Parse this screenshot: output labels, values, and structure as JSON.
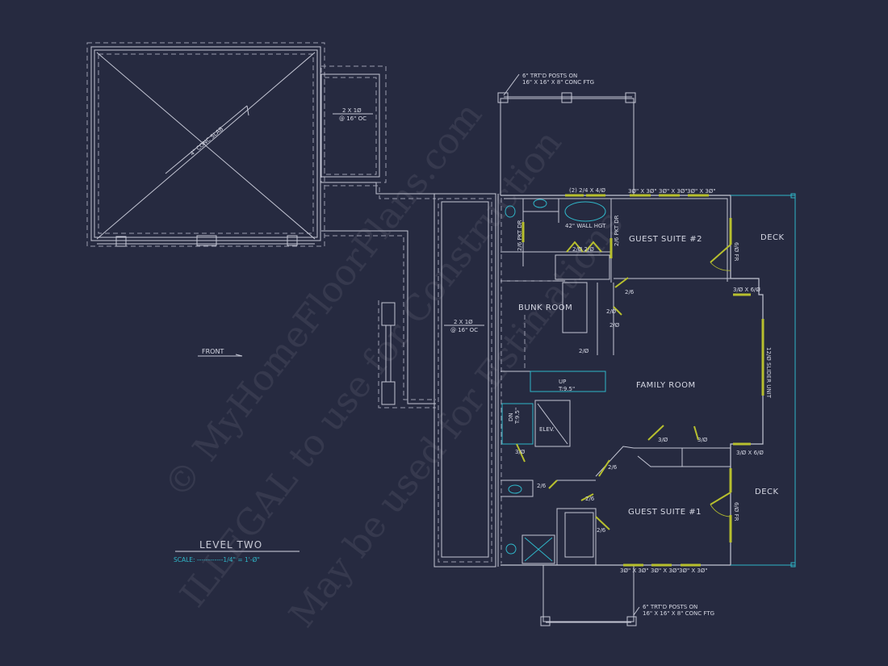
{
  "plan": {
    "title": "LEVEL TWO",
    "scale": "SCALE: ------------1/4\" = 1'-Ø\"",
    "front_label": "FRONT",
    "slab_label": "4\" CONC SLAB",
    "joist_label_1": "2 X 1Ø",
    "joist_spacing_1": "@ 16\" OC",
    "joist_label_2": "2 X 1Ø",
    "joist_spacing_2": "@ 16\" OC",
    "posts_note_top_1": "6\" TRT'D POSTS ON",
    "posts_note_top_2": "16\" X 16\" X 8\" CONC FTG",
    "posts_note_bottom_1": "6\" TRT'D POSTS ON",
    "posts_note_bottom_2": "16\" X 16\" X 8\" CONC FTG",
    "rooms": {
      "guest_suite_2": "GUEST SUITE #2",
      "guest_suite_1": "GUEST SUITE #1",
      "bunk_room": "BUNK ROOM",
      "family_room": "FAMILY ROOM",
      "deck_top": "DECK",
      "deck_bottom": "DECK",
      "elevator": "ELEV."
    },
    "labels": {
      "top_window_bath": "(2) 2/4 X 4/Ø",
      "top_win_1": "3Ø\" X 3Ø\"",
      "top_win_2": "3Ø\" X 3Ø\"",
      "top_win_3": "3Ø\" X 3Ø\"",
      "bottom_win_1": "3Ø\" X 3Ø\"",
      "bottom_win_2": "3Ø\" X 3Ø\"",
      "bottom_win_3": "3Ø\" X 3Ø\"",
      "wall_hgt": "42\" WALL HGT",
      "pkt_dr_1": "2/6 PKT DR",
      "pkt_dr_2": "2/6 PKT DR",
      "closet_doors": "2/Ø 2/Ø",
      "fr_door_top": "6/Ø FR",
      "fr_door_bottom": "6/Ø FR",
      "deck_door_top": "3/Ø X 6/Ø",
      "deck_door_bottom": "3/Ø X 6/Ø",
      "slider": "12/Ø SLIDER UNIT",
      "door_26_a": "2/6",
      "door_26_b": "2/Ø",
      "door_26_c": "2/Ø",
      "door_26_d": "2/Ø",
      "door_26_e": "2/6",
      "door_26_f": "2/6",
      "door_26_g": "2/6",
      "door_26_h": "2/6",
      "door_30_a": "3/Ø",
      "door_30_b": "3/Ø",
      "door_30_c": "3/Ø",
      "stair_up": "UP",
      "stair_up_t": "T:9.5\"",
      "stair_dn": "DN",
      "stair_dn_t": "T:9.5\""
    },
    "watermark": [
      "© MyHomeFloorPlans.com",
      "ILLEGAL to use for Construction",
      "May be used for Estimations"
    ],
    "colors": {
      "background": "#262a40",
      "lines": "#c4c6d4",
      "windows": "#b8c02e",
      "fixtures": "#2fb6c8",
      "scale_text": "#2fb6c8"
    }
  }
}
